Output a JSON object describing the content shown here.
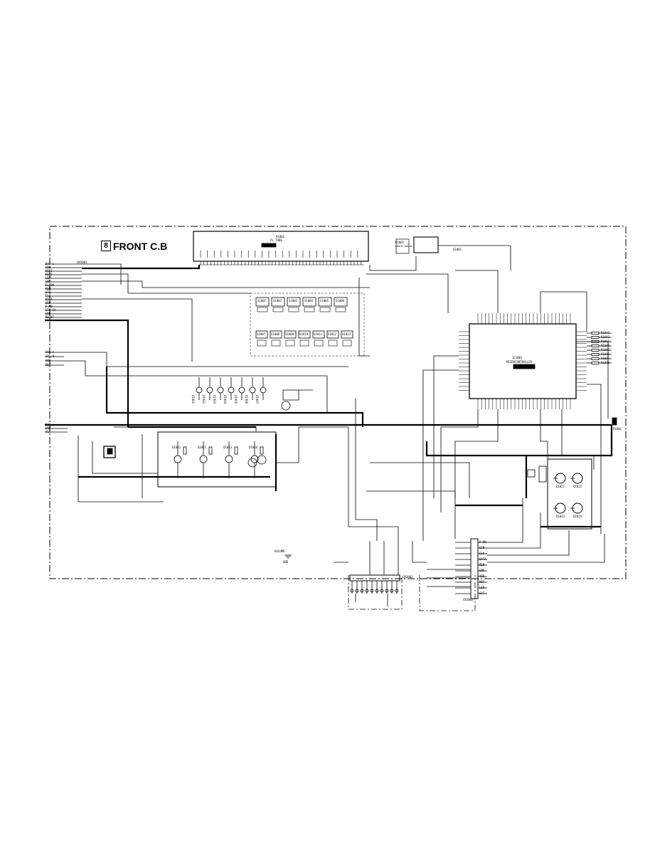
{
  "title": {
    "badge": "8",
    "text": "FRONT C.B"
  },
  "vfd": {
    "ref": "V1001",
    "name": "FL TUBE"
  },
  "mcu": {
    "ref": "IC1001",
    "name": "MICROCONTROLLER"
  },
  "left_connector": {
    "ref": "CN1001",
    "pins": [
      "EXT-L",
      "GND",
      "KEY1",
      "KEY2",
      "LED",
      "GND",
      "FL-ON",
      "REM",
      "STB",
      "CLK",
      "DATA",
      "VDD",
      "P-ON",
      "STB-5V",
      "GND",
      "RESET"
    ]
  },
  "left_lower_pins": [
    "VOL-A",
    "VOL-B",
    "GND",
    "DET"
  ],
  "left_bottom_pins": [
    "RCV",
    "GND",
    "VCC"
  ],
  "bottom_connector": {
    "ref": "CN1002",
    "pins": [
      "1",
      "2",
      "3",
      "4",
      "5",
      "6",
      "7",
      "8",
      "9",
      "10"
    ]
  },
  "right_connector": {
    "ref": "CN1003",
    "pins": [
      "P-ON",
      "STB",
      "CLK",
      "DATA",
      "REM",
      "GND",
      "VDD",
      "KEY",
      "LED",
      "EXT"
    ]
  },
  "right_resistors": [
    "R1041",
    "R1042",
    "R1043",
    "R1044",
    "R1045",
    "R1046",
    "R1047",
    "R1048"
  ],
  "switches_top": [
    "S1001",
    "S1002",
    "S1003",
    "S1004",
    "S1005",
    "S1006"
  ],
  "switches_bottom": [
    "S1007",
    "S1008",
    "S1009",
    "S1010",
    "S1011",
    "S1012",
    "S1013"
  ],
  "transistor_row": [
    "Q1001",
    "Q1002",
    "Q1003",
    "Q1004",
    "Q1005",
    "Q1006",
    "Q1007"
  ],
  "amp_stage": [
    "Q1011",
    "Q1012",
    "Q1013",
    "Q1014"
  ],
  "right_stage": [
    "Q1021",
    "Q1022",
    "Q1023",
    "Q1024"
  ],
  "sensor_block": {
    "ref": "U1001",
    "name": "REMOTE SENSOR"
  },
  "crystal": {
    "ref": "X1001"
  },
  "led_ref": "D1001",
  "ground_label": "GND",
  "volume_label": "VOLUME"
}
